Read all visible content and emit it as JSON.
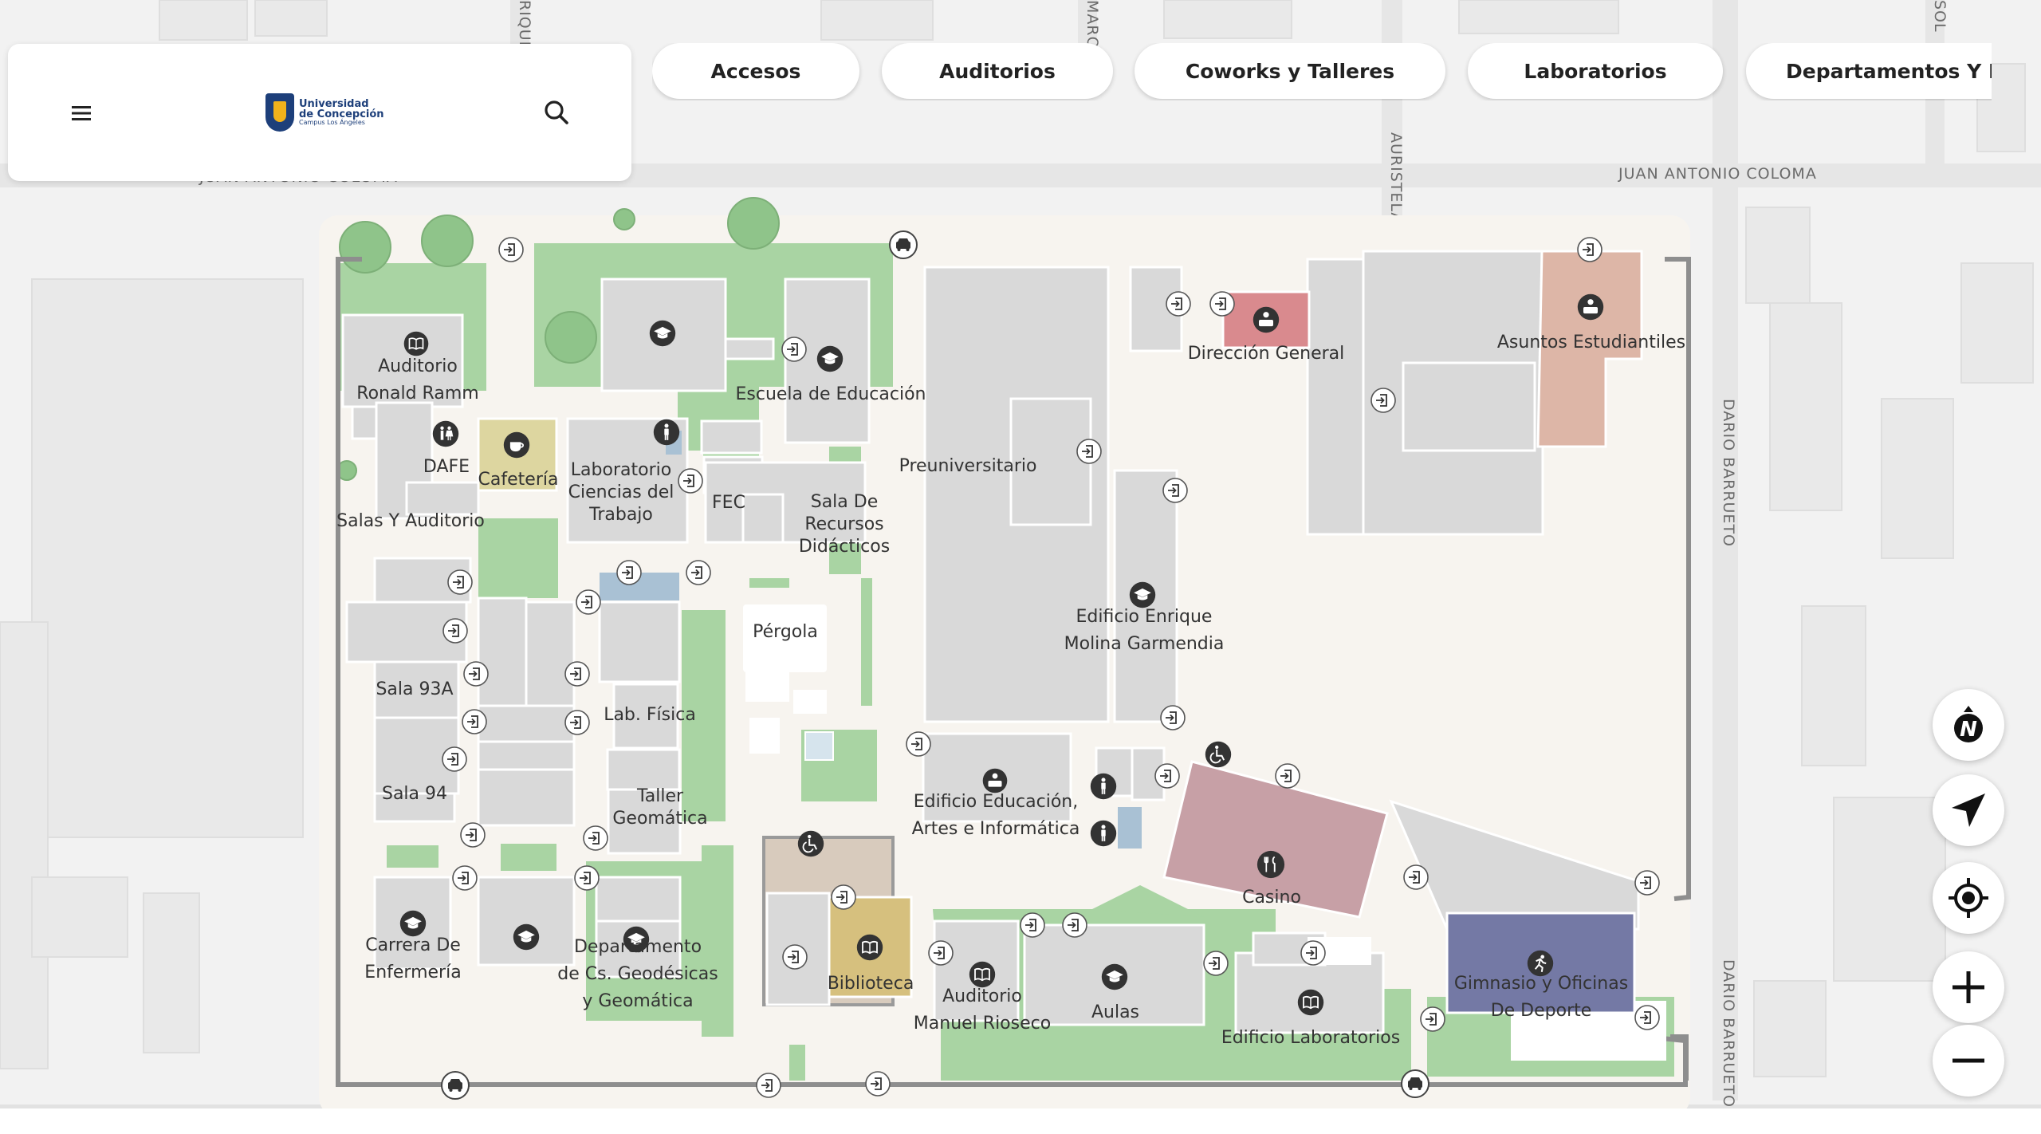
{
  "map": {
    "streets": {
      "top": "JUAN ANTONIO COLOMA",
      "vertical_mid": "AURISTELA",
      "right_upper": "DARIO BARRUETO",
      "right_lower": "DARIO BARRUETO",
      "top_left_cut": "RIQUE",
      "top_mid_cut": "MARQ",
      "top_right_cut": "SOL"
    },
    "places": {
      "auditorio_ronald": "Auditorio Ronald Ramm",
      "dafe": "DAFE",
      "cafeteria": "Cafetería",
      "lab_ciencias": "Laboratorio Ciencias del Trabajo",
      "escuela_educacion": "Escuela de Educación",
      "fec": "FEC",
      "sala_recursos": "Sala De Recursos Didácticos",
      "preuniversitario": "Preuniversitario",
      "direccion_general": "Dirección General",
      "asuntos_estudiantiles": "Asuntos Estudiantiles",
      "salas_auditorio": "Salas Y Auditorio",
      "pergola": "Pérgola",
      "edificio_molina": "Edificio Enrique Molina Garmendia",
      "sala_93a": "Sala 93A",
      "lab_fisica": "Lab. Física",
      "sala_94": "Sala 94",
      "taller_geomatica": "Taller Geomática",
      "edificio_educacion": "Edificio Educación, Artes e Informática",
      "casino": "Casino",
      "carrera_enfermeria": "Carrera De Enfermería",
      "depto_geodesicas": "Departamento de Cs. Geodésicas y Geomática",
      "biblioteca": "Biblioteca",
      "auditorio_rioseco": "Auditorio Manuel Rioseco",
      "aulas": "Aulas",
      "edificio_laboratorios": "Edificio Laboratorios",
      "gimnasio": "Gimnasio y Oficinas De Deporte"
    },
    "colors": {
      "background": "#f2f2f2",
      "campus": "#f7f4ef",
      "building": "#d9d9d9",
      "green": "#a9d4a3",
      "direccion": "#d98a8e",
      "asuntos": "#ddb6a7",
      "cafeteria": "#ddd6a0",
      "casino": "#c7a0a6",
      "gimnasio": "#7479a5",
      "biblioteca": "#d6c07e",
      "library_zone": "#d8cbbd",
      "water": "#a9c1d4"
    },
    "icons": [
      "entrance-icon",
      "parking-icon",
      "graduation-cap-icon",
      "book-icon",
      "restaurant-icon",
      "sports-icon",
      "restroom-icon",
      "coffee-icon",
      "director-icon",
      "accessibility-icon"
    ]
  },
  "panel": {
    "logo": {
      "line1": "Universidad",
      "line2": "de Concepción",
      "line3": "Campus Los Ángeles"
    }
  },
  "categories": [
    {
      "label": "Accesos"
    },
    {
      "label": "Auditorios"
    },
    {
      "label": "Coworks y Talleres"
    },
    {
      "label": "Laboratorios"
    },
    {
      "label": "Departamentos Y Facultades"
    }
  ],
  "controls": [
    "compass-button",
    "navigate-button",
    "locate-button",
    "zoom-in-button",
    "zoom-out-button"
  ]
}
